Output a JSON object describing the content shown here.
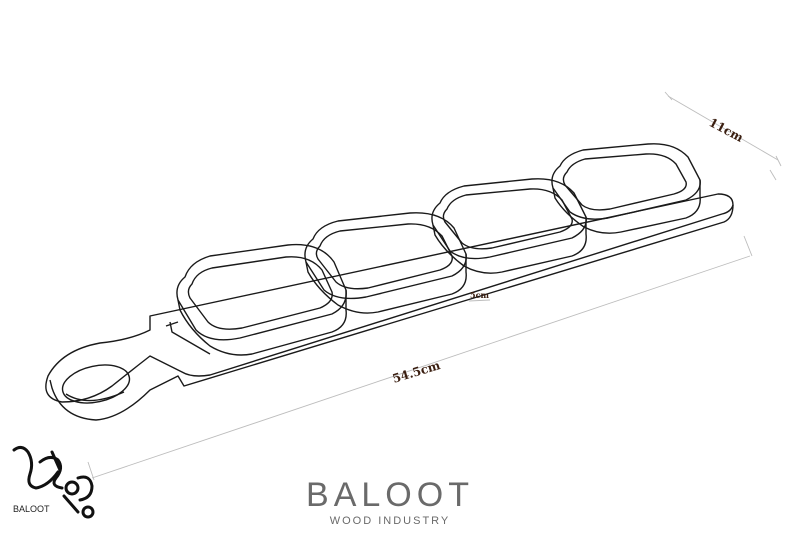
{
  "dimensions": {
    "width": "11cm",
    "length": "54.5cm",
    "gap": "5cm"
  },
  "brand": {
    "name": "BALOOT",
    "subtitle": "WOOD INDUSTRY",
    "logo_text": "BALOOT"
  },
  "colors": {
    "line": "#1a1a1a",
    "dimension_line": "#bdbdbd",
    "dimension_text": "#3a1e10",
    "brand_text": "#6a6a6a"
  }
}
